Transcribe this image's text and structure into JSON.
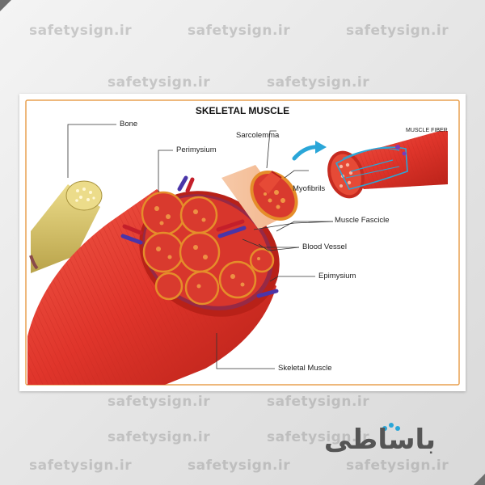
{
  "watermark": "safetysign.ir",
  "diagram": {
    "title": "SKELETAL MUSCLE",
    "fiber_title": "MUSCLE FIBER",
    "labels": {
      "bone": "Bone",
      "perimysium": "Perimysium",
      "sarcolemma": "Sarcolemma",
      "myofibrils": "Myofibrils",
      "muscle_fascicle": "Muscle Fascicle",
      "blood_vessel": "Blood Vessel",
      "epimysium": "Epimysium",
      "skeletal_muscle": "Skeletal Muscle"
    }
  },
  "logo": {
    "text": "باساطی"
  },
  "colors": {
    "muscle": "#e0352b",
    "muscle_dark": "#b82118",
    "fascicle": "#f0a03a",
    "bone": "#d9c56a",
    "vein": "#4a35a8",
    "frame_border": "#e8a050",
    "arrow": "#2aa6d8"
  }
}
